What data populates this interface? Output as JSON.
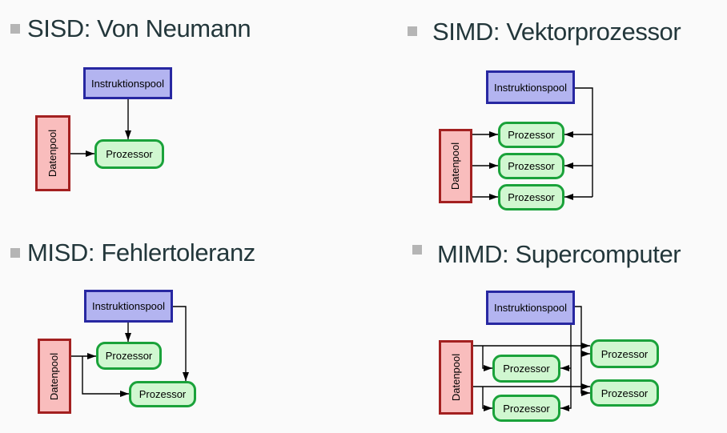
{
  "labels": {
    "instruction_pool": "Instruktionspool",
    "data_pool": "Datenpool",
    "processor": "Prozessor"
  },
  "sections": [
    {
      "id": "sisd",
      "title": "SISD: Von Neumann"
    },
    {
      "id": "simd",
      "title": "SIMD: Vektorprozessor"
    },
    {
      "id": "misd",
      "title": "MISD: Fehlertoleranz"
    },
    {
      "id": "mimd",
      "title": "MIMD: Supercomputer"
    }
  ],
  "colors": {
    "background": "#fafafa",
    "heading_color": "#23373b",
    "bullet_color": "#b5b5b5",
    "instruction_fill": "#b3b4f0",
    "instruction_border": "#2727a1",
    "data_fill": "#f9bdbd",
    "data_border": "#a32020",
    "processor_fill": "#d0f7d0",
    "processor_border": "#1aa23a",
    "connector": "#000000"
  }
}
